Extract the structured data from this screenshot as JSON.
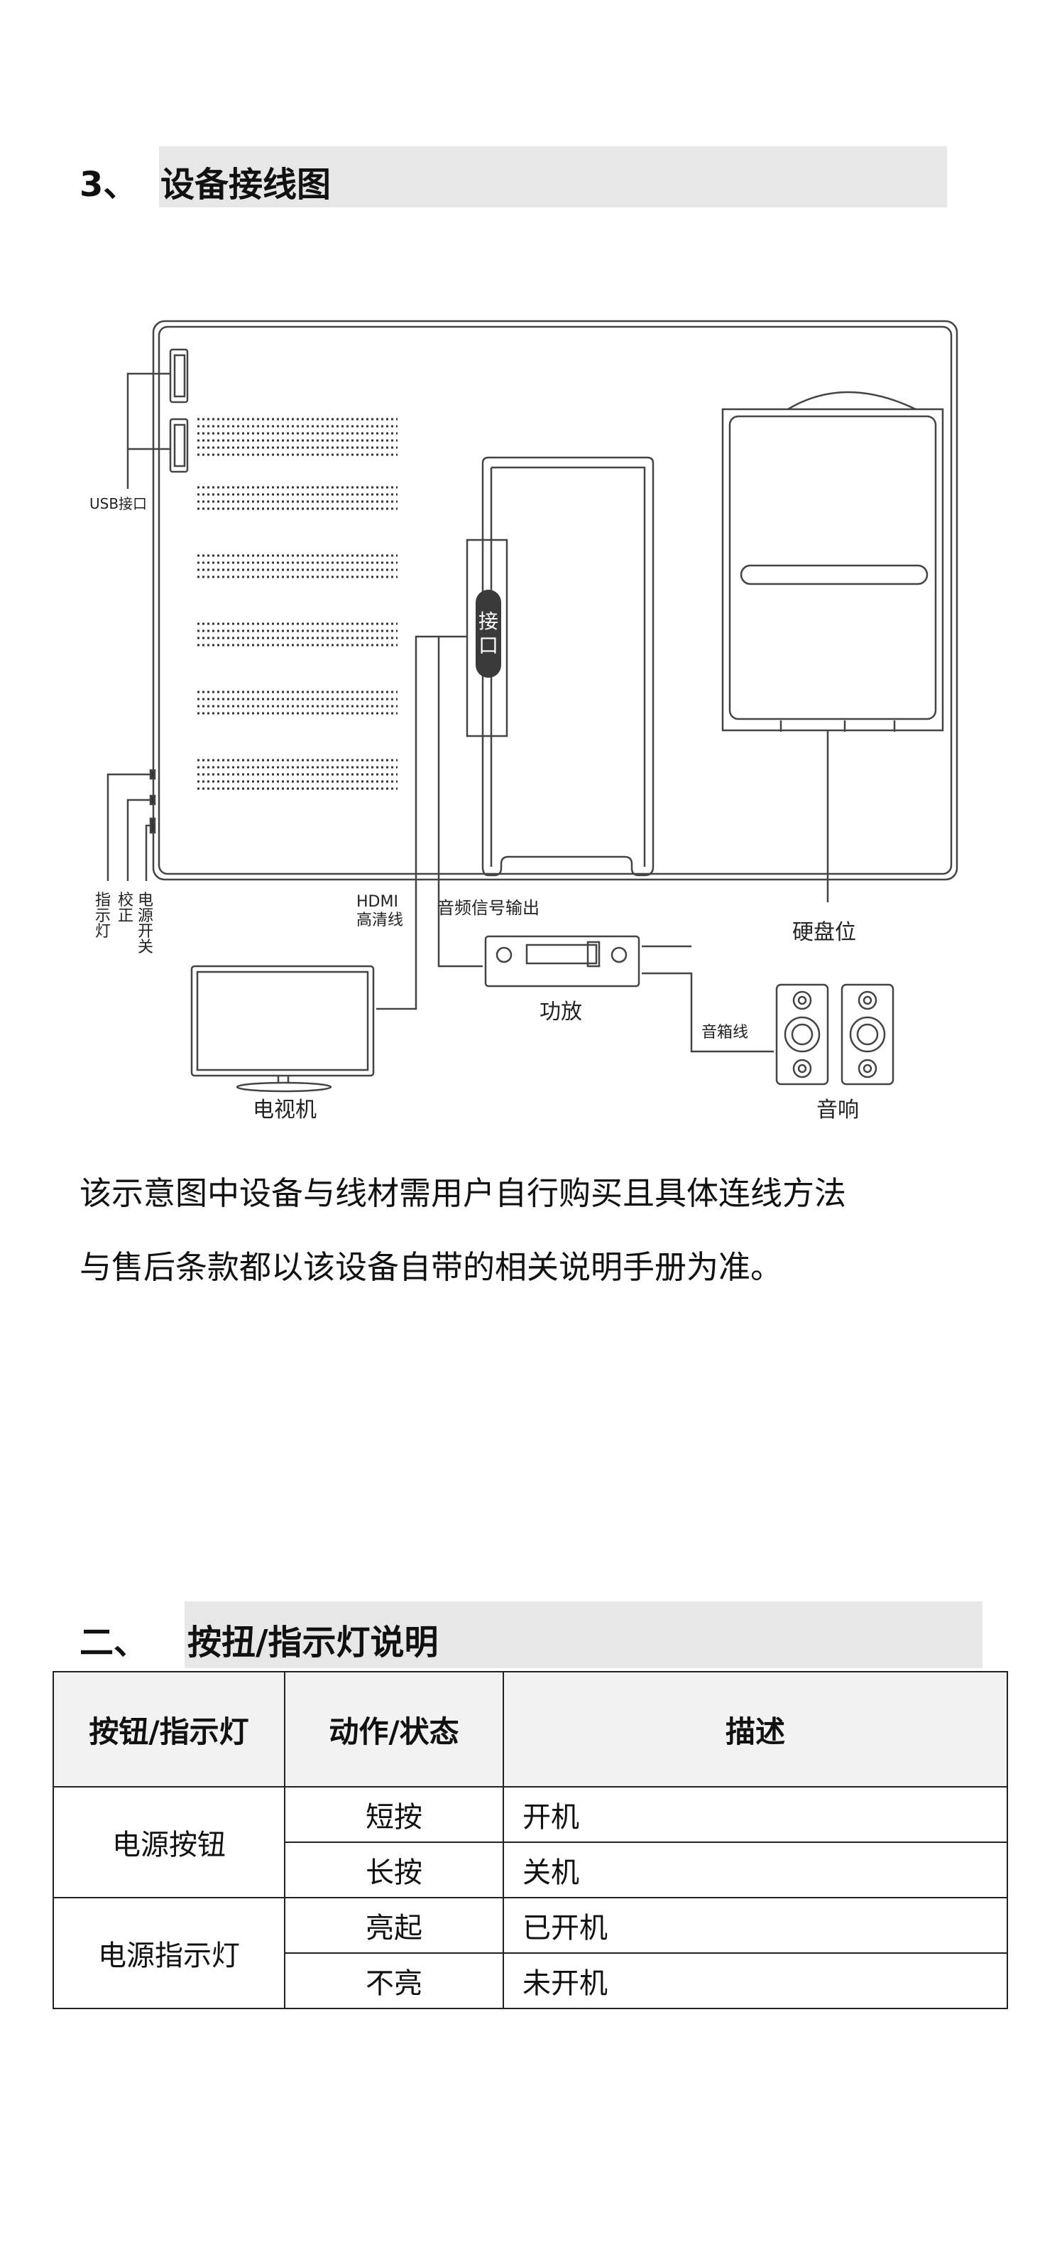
{
  "section3": {
    "number": "3、",
    "title": "设备接线图"
  },
  "diagram": {
    "usb_label": "USB接口",
    "port_label": "接口",
    "indicator_label": "指示灯",
    "calibrate_label": "校正",
    "power_switch_label": "电源开关",
    "hdmi_label_line1": "HDMI",
    "hdmi_label_line2": "高清线",
    "audio_out_label": "音频信号输出",
    "hdd_label": "硬盘位",
    "amplifier_label": "功放",
    "speaker_cable_label": "音箱线",
    "tv_label": "电视机",
    "speaker_label": "音响"
  },
  "note": {
    "line1": "该示意图中设备与线材需用户自行购买且具体连线方法",
    "line2": "与售后条款都以该设备自带的相关说明手册为准。"
  },
  "section2": {
    "number": "二、",
    "title": "按扭/指示灯说明"
  },
  "table": {
    "headers": [
      "按钮/指示灯",
      "动作/状态",
      "描述"
    ],
    "groups": [
      {
        "name": "电源按钮",
        "rows": [
          {
            "action": "短按",
            "desc": "开机"
          },
          {
            "action": "长按",
            "desc": "关机"
          }
        ]
      },
      {
        "name": "电源指示灯",
        "rows": [
          {
            "action": "亮起",
            "desc": "已开机"
          },
          {
            "action": "不亮",
            "desc": "未开机"
          }
        ]
      }
    ]
  }
}
